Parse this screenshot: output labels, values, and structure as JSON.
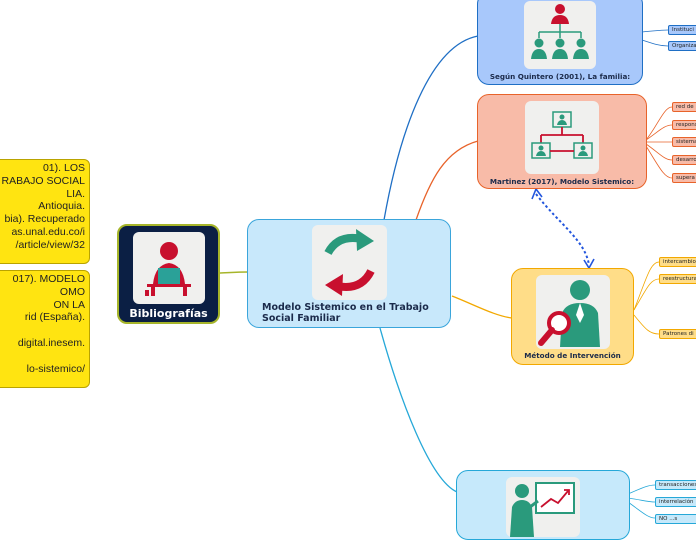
{
  "central": {
    "title_line1": "Modelo Sistemico en el Trabajo",
    "title_line2": "Social Familiar",
    "icon": "refresh-arrows-icon"
  },
  "bibliografias": {
    "title": "Bibliografías",
    "icon": "person-at-computer-icon"
  },
  "biblio_notes": [
    {
      "lines": [
        "01). LOS",
        "RABAJO SOCIAL",
        "LIA.",
        "Antioquia.",
        "bia). Recuperado",
        "as.unal.edu.co/i",
        "/article/view/32"
      ]
    },
    {
      "lines": [
        "017). MODELO",
        "OMO",
        "ON LA",
        "rid (España).",
        "",
        "digital.inesem.",
        "",
        "lo-sistemico/"
      ]
    }
  ],
  "branches": [
    {
      "id": "quintero",
      "title": "Según Quintero (2001), La familia:",
      "icon": "org-chart-people-icon",
      "color": "#a8c8fb",
      "tags": [
        "Instituci",
        "Organiza"
      ]
    },
    {
      "id": "martinez",
      "title": "Martinez (2017), Modelo Sistemico:",
      "icon": "network-diagram-icon",
      "color": "#f8bba8",
      "tags": [
        "red de",
        "respons",
        "sistema",
        "desarro",
        "supera"
      ]
    },
    {
      "id": "metodo",
      "title": "Método de Intervención",
      "icon": "person-magnifier-icon",
      "color": "#ffdd88",
      "tags": [
        "intercambio",
        "reestructura",
        "Patrones di"
      ]
    },
    {
      "id": "presentacion",
      "title": "",
      "icon": "presenter-chart-icon",
      "color": "#c6e9fb",
      "tags": [
        "transacciones",
        "interrelación",
        "NO ...s"
      ]
    }
  ],
  "colors": {
    "blue": "#1f6fc5",
    "orange": "#e8632a",
    "gold": "#f2a800",
    "teal": "#26a8d8",
    "olive": "#a6b52a",
    "relation": "#2255dd"
  }
}
